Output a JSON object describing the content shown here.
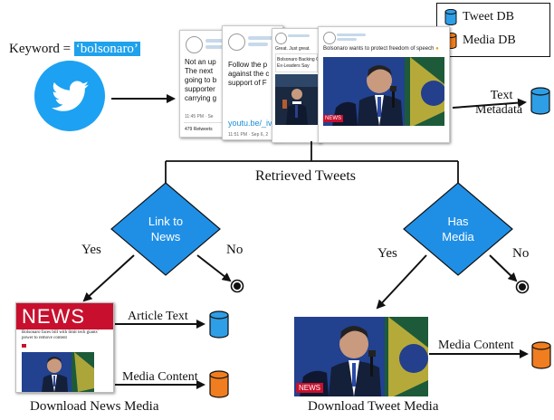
{
  "legend": {
    "tweet_db": "Tweet DB",
    "media_db": "Media DB",
    "tweet_db_color": "#2e9ee6",
    "media_db_color": "#f07d1f"
  },
  "keyword": {
    "label": "Keyword = ",
    "value": "‘bolsonaro’"
  },
  "tweets": {
    "t1_lines": [
      "Not an up",
      "The next",
      "going to b",
      "supporter",
      "carrying g"
    ],
    "t1_time": "11:45 PM · Se",
    "t1_retweets": "479 Retweets",
    "t2_lines": [
      "Follow the p",
      "against the c",
      "support of F"
    ],
    "t2_link": "youtu.be/_iv",
    "t2_time": "11:51 PM · Sep 6, 2",
    "t3_head": "Great. Just great.",
    "t3_title": "Bolsonaro Backing C",
    "t3_sub": "Ex-Leaders Say",
    "t4_text": "Bolsonaro wants to protect freedom of speech",
    "t4_badge": "NEWS"
  },
  "flow": {
    "text_metadata": [
      "Text",
      "Metadata"
    ],
    "retrieved_tweets": "Retrieved Tweets",
    "link_to_news": [
      "Link to",
      "News"
    ],
    "has_media": [
      "Has",
      "Media"
    ],
    "yes": "Yes",
    "no": "No",
    "article_text": "Article Text",
    "media_content": "Media Content",
    "download_news_media": "Download News Media",
    "download_tweet_media": "Download Tweet Media"
  },
  "news_page": {
    "header": "NEWS",
    "headline": "Bolsonaro faces bill with limit tech giants' power to remove content"
  },
  "tweet_media": {
    "badge": "NEWS"
  },
  "colors": {
    "diamond": "#1f8fe6",
    "twitter": "#1da1f2",
    "news_red": "#c8102e"
  }
}
